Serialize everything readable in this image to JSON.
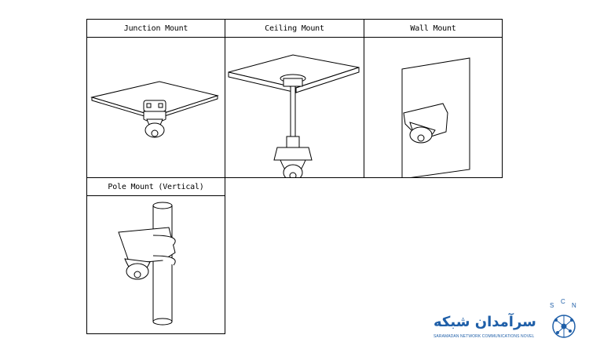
{
  "mounts": [
    {
      "label": "Junction Mount"
    },
    {
      "label": "Ceiling Mount"
    },
    {
      "label": "Wall Mount"
    },
    {
      "label": "Pole Mount (Vertical)"
    }
  ],
  "logo": {
    "persian_text": "سرآمدان شبکه",
    "english_text": "SARAMADAN NETWORK COMMUNICATIONS NOVEL",
    "letters": [
      "S",
      "C",
      "N"
    ],
    "brand_color": "#1f5fa8",
    "icon": "globe-network-icon"
  }
}
